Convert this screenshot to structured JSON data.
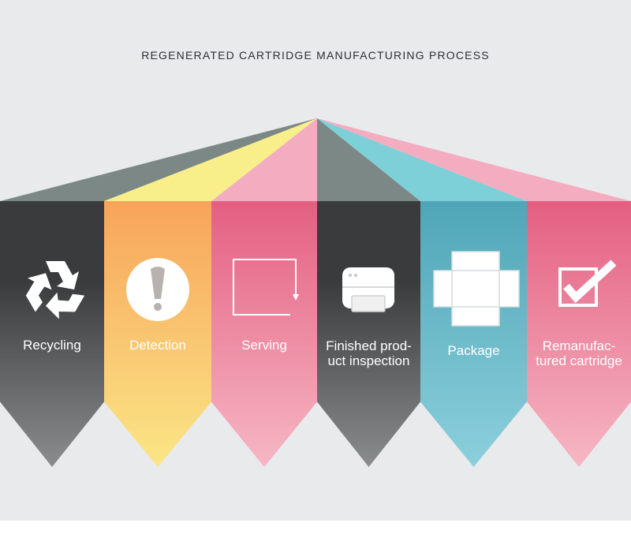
{
  "title": "REGENERATED CARTRIDGE MANUFACTURING PROCESS",
  "steps": [
    {
      "line1": "Recycling",
      "line2": "",
      "icon": "recycle-icon",
      "top": "#3a3b3d",
      "bottom": "#8a8d8d",
      "roof": "#7c8886"
    },
    {
      "line1": "Detection",
      "line2": "",
      "icon": "exclamation-icon",
      "top": "#f7a45a",
      "bottom": "#fbe686",
      "roof": "#f8ef8a"
    },
    {
      "line1": "Serving",
      "line2": "",
      "icon": "return-arrow-icon",
      "top": "#e45f81",
      "bottom": "#f6b7c4",
      "roof": "#f4adc0"
    },
    {
      "line1": "Finished prod-",
      "line2": "uct inspection",
      "icon": "printer-icon",
      "top": "#3a3b3d",
      "bottom": "#8a8d8d",
      "roof": "#7c8886"
    },
    {
      "line1": "Package",
      "line2": "",
      "icon": "box-net-icon",
      "top": "#4fa6b7",
      "bottom": "#8ccfdc",
      "roof": "#7dd0d8"
    },
    {
      "line1": "Remanufac-",
      "line2": "tured cartridge",
      "icon": "checkbox-icon",
      "top": "#e45f81",
      "bottom": "#f6b7c4",
      "roof": "#f4adc0"
    }
  ]
}
